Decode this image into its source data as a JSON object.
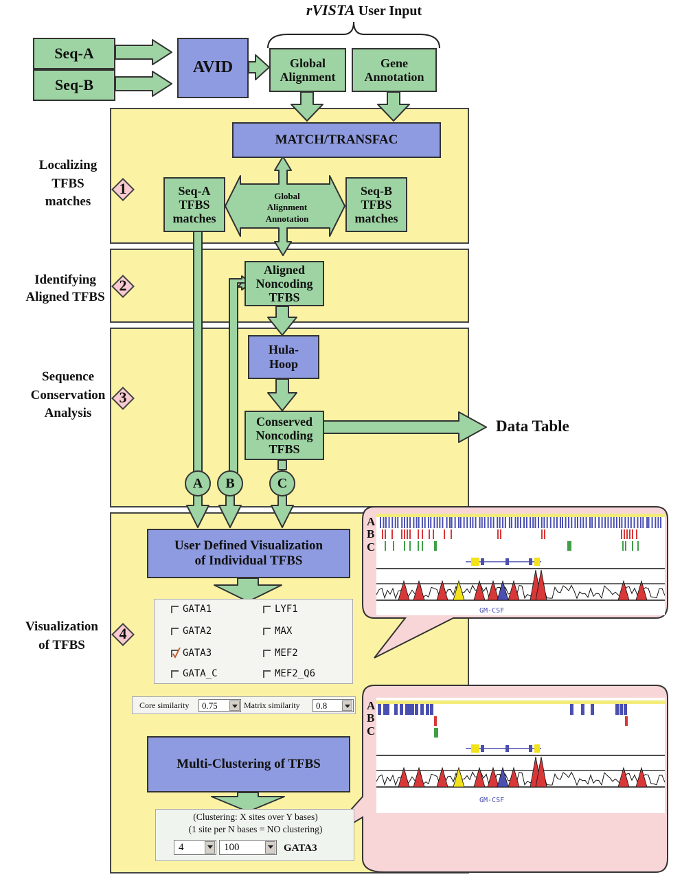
{
  "header": {
    "title_italic": "rVISTA",
    "title_rest": " User Input"
  },
  "inputs": {
    "seq_a": "Seq-A",
    "seq_b": "Seq-B",
    "avid": "AVID",
    "global_alignment": "Global\nAlignment",
    "gene_annotation": "Gene\nAnnotation"
  },
  "stage1": {
    "number": "1",
    "label": "Localizing\nTFBS\nmatches",
    "match": "MATCH/TRANSFAC",
    "seq_a_matches": "Seq-A\nTFBS\nmatches",
    "seq_b_matches": "Seq-B\nTFBS\nmatches",
    "center": "Global\nAlignment\nAnnotation"
  },
  "stage2": {
    "number": "2",
    "label": "Identifying\nAligned TFBS",
    "box": "Aligned\nNoncoding\nTFBS"
  },
  "stage3": {
    "number": "3",
    "label": "Sequence\nConservation\nAnalysis",
    "hula": "Hula-\nHoop",
    "conserved": "Conserved\nNoncoding\nTFBS",
    "data_table": "Data Table"
  },
  "connectors": {
    "a": "A",
    "b": "B",
    "c": "C"
  },
  "stage4": {
    "number": "4",
    "label": "Visualization\nof TFBS",
    "user_viz": "User Defined Visualization\nof Individual TFBS",
    "checkboxes": [
      {
        "label": "GATA1",
        "checked": false
      },
      {
        "label": "LYF1",
        "checked": false
      },
      {
        "label": "GATA2",
        "checked": false
      },
      {
        "label": "MAX",
        "checked": false
      },
      {
        "label": "GATA3",
        "checked": true
      },
      {
        "label": "MEF2",
        "checked": false
      },
      {
        "label": "GATA_C",
        "checked": false
      },
      {
        "label": "MEF2_Q6",
        "checked": false
      }
    ],
    "core_label": "Core similarity",
    "core_value": "0.75",
    "matrix_label": "Matrix similarity",
    "matrix_value": "0.8",
    "multi": "Multi-Clustering of TFBS",
    "clustering_line1": "(Clustering: X sites over Y bases)",
    "clustering_line2": "(1 site per N bases = NO clustering)",
    "cluster_x": "4",
    "cluster_y": "100",
    "cluster_tf": "GATA3"
  },
  "plots": {
    "top": {
      "row_labels": [
        "A",
        "B",
        "C"
      ],
      "gene": "GM-CSF"
    },
    "bottom": {
      "row_labels": [
        "A",
        "B",
        "C"
      ],
      "gene": "GM-CSF"
    }
  },
  "colors": {
    "panel": "#fbf3a3",
    "green": "#9ed4a3",
    "blue": "#8e9be0",
    "callout": "#f8d6d8",
    "track_blue": "#4a4fb0",
    "track_red": "#d83838",
    "track_green": "#3fa046"
  }
}
